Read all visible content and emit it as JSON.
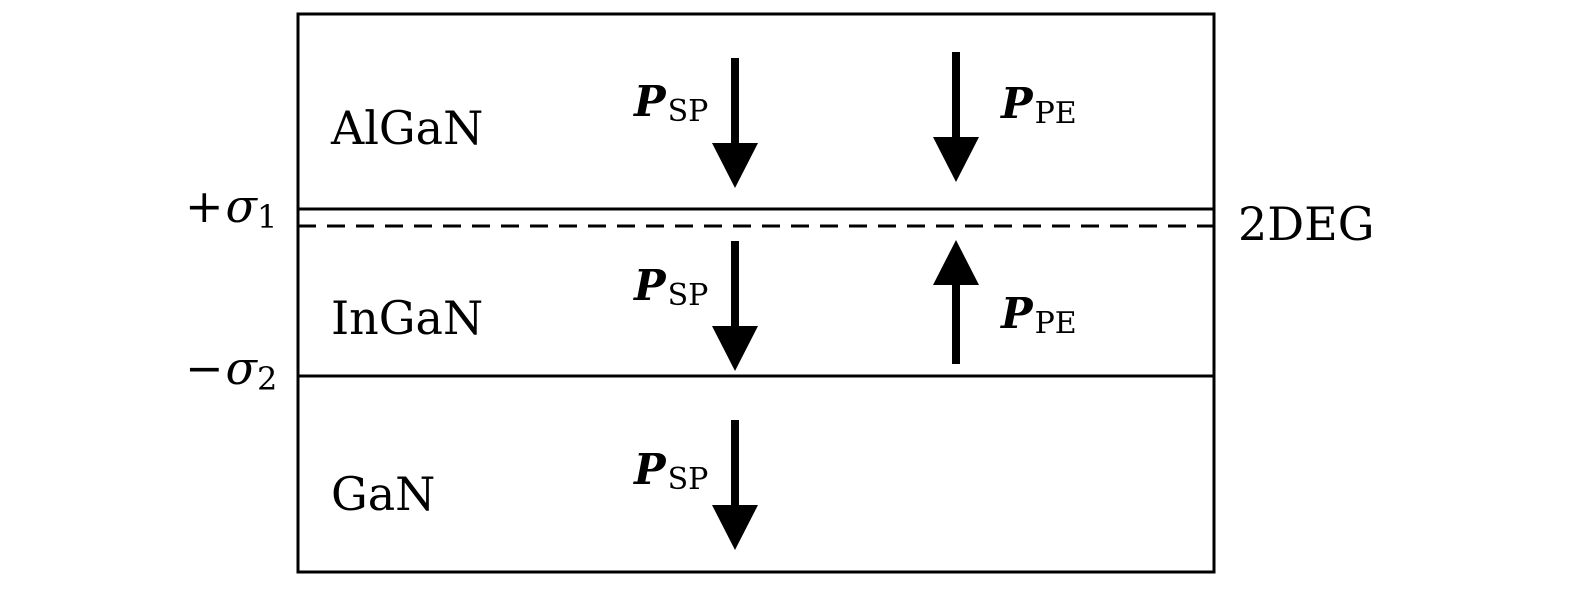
{
  "layers": [
    {
      "id": "algan",
      "name": "AlGaN"
    },
    {
      "id": "ingan",
      "name": "InGaN"
    },
    {
      "id": "gan",
      "name": "GaN"
    }
  ],
  "charges": {
    "sigma1": {
      "sign": "+",
      "symbol": "σ",
      "subscript": "1"
    },
    "sigma2": {
      "sign": "−",
      "symbol": "σ",
      "subscript": "2"
    }
  },
  "channel_label": "2DEG",
  "polarization": {
    "algan_sp": {
      "symbol": "P",
      "subscript": "SP",
      "direction": "down"
    },
    "algan_pe": {
      "symbol": "P",
      "subscript": "PE",
      "direction": "down"
    },
    "ingan_sp": {
      "symbol": "P",
      "subscript": "SP",
      "direction": "down"
    },
    "ingan_pe": {
      "symbol": "P",
      "subscript": "PE",
      "direction": "up"
    },
    "gan_sp": {
      "symbol": "P",
      "subscript": "SP",
      "direction": "down"
    }
  }
}
